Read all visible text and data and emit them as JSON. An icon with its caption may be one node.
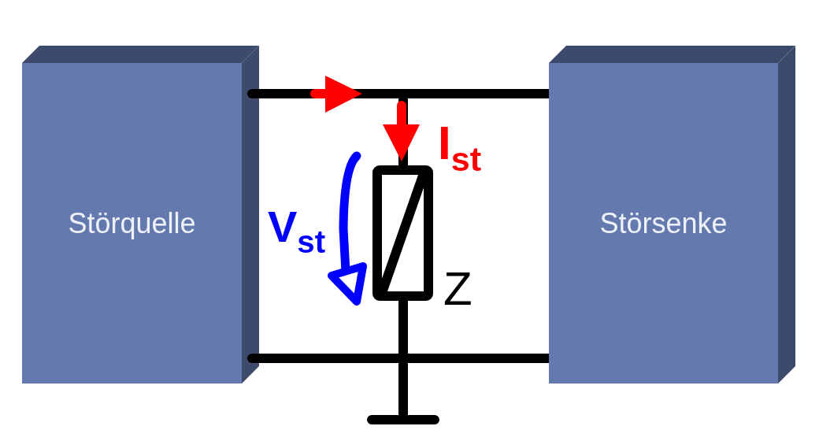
{
  "diagram": {
    "nodes": [
      {
        "text": [
          "Störquelle"
        ]
      },
      {
        "text": [
          "Störsenke"
        ]
      }
    ],
    "edges": [
      {
        "from": 0,
        "to": 1,
        "arrow": "none"
      },
      {
        "from": 0,
        "to": 1,
        "arrow": "none"
      }
    ],
    "labels": [
      "I$_{st}$",
      "V$_{st}$",
      "Z"
    ]
  }
}
